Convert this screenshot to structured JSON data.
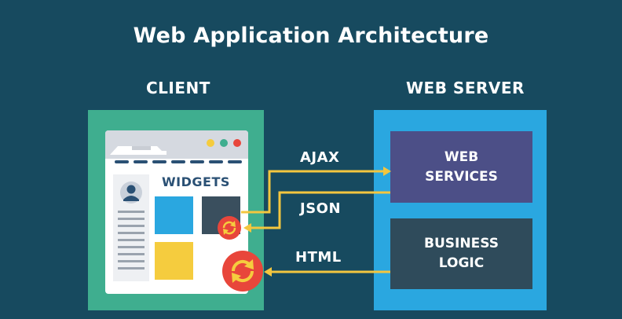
{
  "diagram": {
    "title": "Web Application Architecture",
    "client_label": "CLIENT",
    "server_label": "WEB SERVER",
    "widgets_label": "WIDGETS",
    "web_services_label": "WEB\nSERVICES",
    "business_logic_label": "BUSINESS\nLOGIC",
    "arrows": {
      "ajax": "AJAX",
      "json": "JSON",
      "html": "HTML"
    },
    "icons": [
      "user-avatar-icon",
      "refresh-icon",
      "window-dot-icon"
    ]
  },
  "colors": {
    "background": "#174a5f",
    "client_panel": "#3fae8f",
    "server_panel": "#2aa7e0",
    "web_services_box": "#4c4f87",
    "business_logic_box": "#2f4b5b",
    "arrow": "#f3c63f",
    "refresh_icon": "#e8463b",
    "widget_blue": "#2aa7e0",
    "widget_dark": "#3a4f5e",
    "widget_yellow": "#f5cc3e"
  }
}
